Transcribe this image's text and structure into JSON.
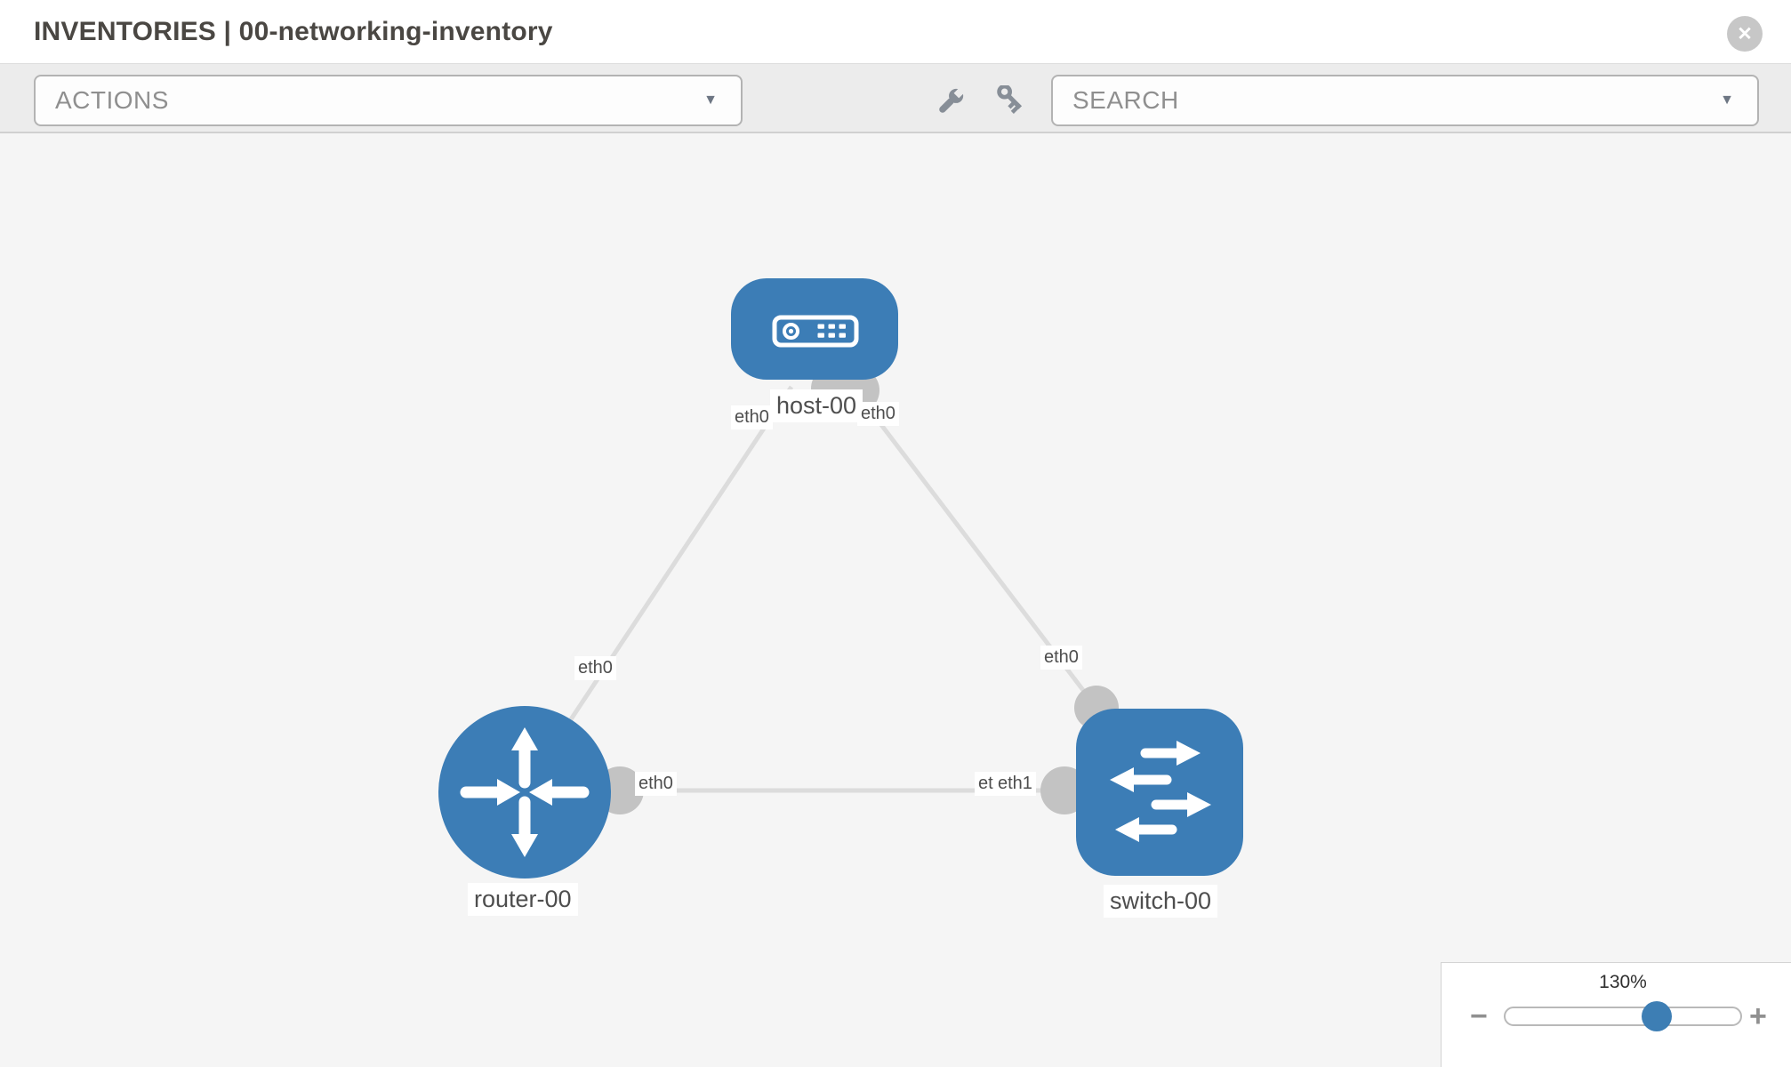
{
  "header": {
    "title": "INVENTORIES | 00-networking-inventory",
    "close_icon": "✕"
  },
  "toolbar": {
    "actions_dropdown": {
      "label": "ACTIONS",
      "caret": "▼"
    },
    "search_dropdown": {
      "label": "SEARCH",
      "caret": "▼"
    },
    "wrench_icon": "wrench",
    "key_icon": "key"
  },
  "topology": {
    "nodes": [
      {
        "label": "host-00",
        "type": "host"
      },
      {
        "label": "router-00",
        "type": "router"
      },
      {
        "label": "switch-00",
        "type": "switch"
      }
    ],
    "links": [
      {
        "from": "host-00",
        "to": "router-00"
      },
      {
        "from": "host-00",
        "to": "switch-00"
      },
      {
        "from": "router-00",
        "to": "switch-00"
      }
    ],
    "interface_labels": {
      "host_left": "eth0",
      "host_right": "eth0",
      "router_top": "eth0",
      "router_bottom": "eth0",
      "switch_top": "eth0",
      "switch_left_back": "eth0",
      "switch_left_front": "eth1"
    }
  },
  "zoom_control": {
    "level": "130%",
    "minus_icon": "−",
    "plus_icon": "+",
    "slider_fraction": 0.645
  },
  "colors": {
    "node_blue": "#3c7db6",
    "edge_gray": "#dcdcdc",
    "endpoint_gray": "#c3c3c3",
    "canvas_bg": "#f5f5f5",
    "toolbar_bg": "#ececec"
  }
}
